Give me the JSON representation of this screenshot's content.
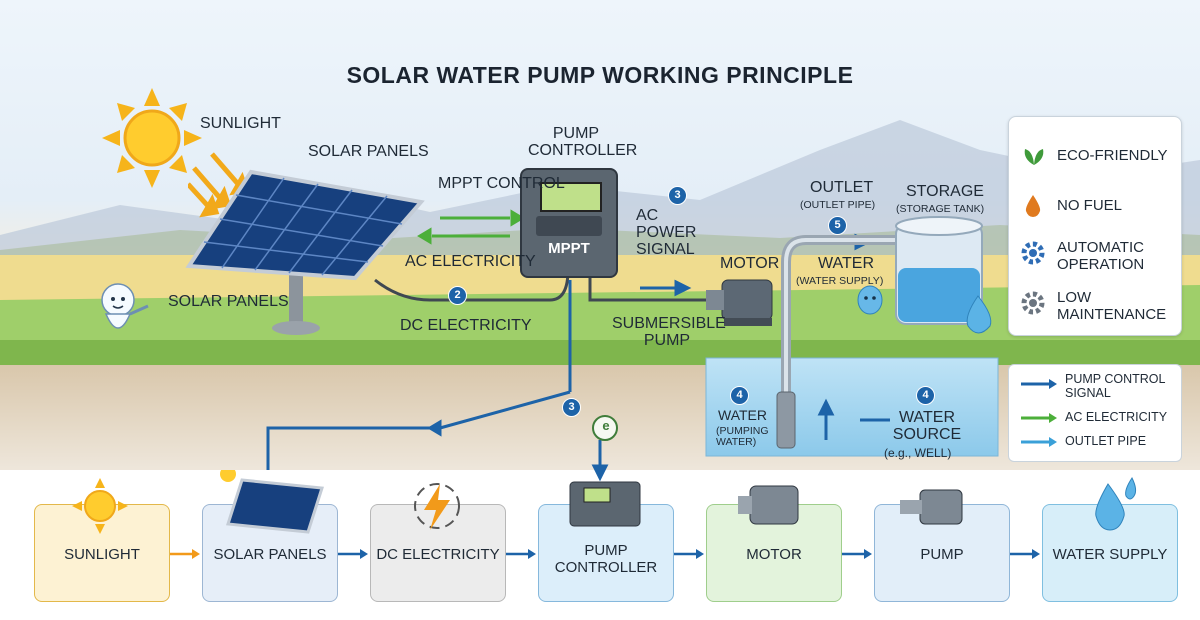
{
  "title": "SOLAR WATER PUMP WORKING PRINCIPLE",
  "diagram": {
    "sunlight": "SUNLIGHT",
    "solar_panels_top": "SOLAR PANELS",
    "solar_panels_left": "SOLAR PANELS",
    "pump_controller": "PUMP CONTROLLER",
    "mppt_control": "MPPT CONTROL",
    "mppt_screen": "MPPT",
    "ac_electricity": "AC ELECTRICITY",
    "dc_electricity": "DC ELECTRICITY",
    "ac_power_signal": "AC POWER SIGNAL",
    "motor": "MOTOR",
    "submersible_pump": "SUBMERSIBLE PUMP",
    "outlet": "OUTLET",
    "outlet_sub": "(OUTLET PIPE)",
    "storage": "STORAGE",
    "storage_sub": "(STORAGE TANK)",
    "water": "WATER",
    "water_sub": "(WATER SUPPLY)",
    "pumping_water": "WATER",
    "pumping_water_sub": "(PUMPING WATER)",
    "water_source": "WATER SOURCE",
    "water_source_sub": "(e.g., WELL)",
    "energy_symbol": "e",
    "steps": [
      "2",
      "3",
      "5",
      "4",
      "4",
      "3"
    ]
  },
  "features": [
    {
      "label": "ECO-FRIENDLY",
      "icon": "leaf-icon",
      "color": "#3f9a3a"
    },
    {
      "label": "NO FUEL",
      "icon": "fuel-drop-icon",
      "color": "#e07a1f"
    },
    {
      "label": "AUTOMATIC OPERATION",
      "icon": "gear-icon",
      "color": "#2f6db5"
    },
    {
      "label": "LOW MAINTENANCE",
      "icon": "gear-icon",
      "color": "#6b7580"
    }
  ],
  "legend": [
    {
      "label": "PUMP CONTROL SIGNAL",
      "color": "#1d63a8"
    },
    {
      "label": "AC ELECTRICITY",
      "color": "#4caf3a"
    },
    {
      "label": "OUTLET PIPE",
      "color": "#3aa0d8"
    }
  ],
  "flow": [
    {
      "label": "SUNLIGHT",
      "icon": "sun-icon",
      "fill": "#fdf2d3",
      "border": "#e3b84a"
    },
    {
      "label": "SOLAR PANELS",
      "icon": "solar-panel-icon",
      "fill": "#e6eef8",
      "border": "#9db6d3"
    },
    {
      "label": "DC ELECTRICITY",
      "icon": "lightning-icon",
      "fill": "#ececec",
      "border": "#b8b8b8"
    },
    {
      "label": "PUMP CONTROLLER",
      "icon": "controller-icon",
      "fill": "#dceefa",
      "border": "#86b8dc"
    },
    {
      "label": "MOTOR",
      "icon": "motor-icon",
      "fill": "#e3f3dc",
      "border": "#9fce8c"
    },
    {
      "label": "PUMP",
      "icon": "pump-icon",
      "fill": "#e2eef9",
      "border": "#90b6d8"
    },
    {
      "label": "WATER SUPPLY",
      "icon": "water-drop-icon",
      "fill": "#d7eef9",
      "border": "#7fbfe0"
    }
  ]
}
